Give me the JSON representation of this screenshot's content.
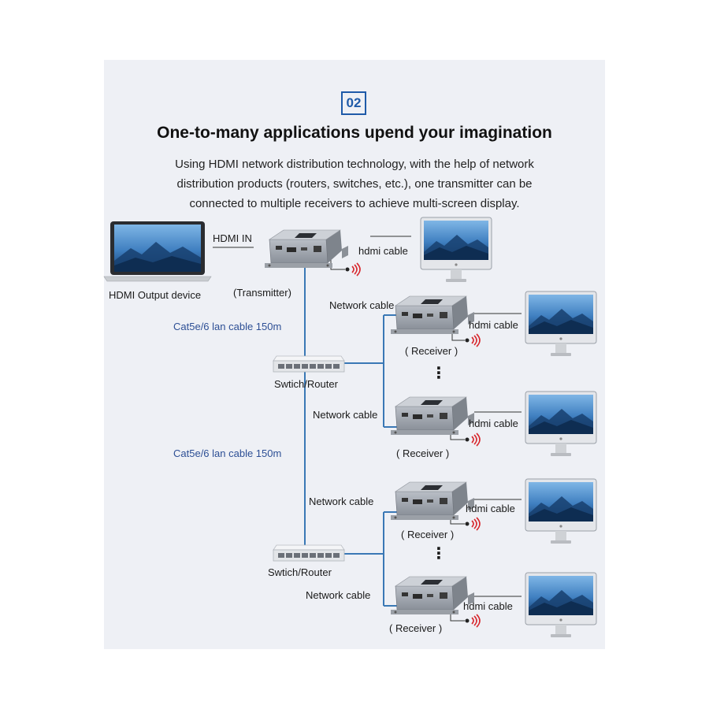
{
  "badge": "02",
  "title": "One-to-many applications upend your imagination",
  "description": [
    "Using HDMI network distribution technology, with the help of network",
    "distribution products (routers, switches, etc.), one transmitter can be",
    "connected to multiple receivers to achieve multi-screen display."
  ],
  "labels": {
    "hdmi_in": "HDMI IN",
    "hdmi_output_device": "HDMI Output device",
    "transmitter": "(Transmitter)",
    "lan_cable": "Cat5e/6 lan cable 150m",
    "switch_router": "Swtich/Router",
    "network_cable": "Network cable",
    "hdmi_cable": "hdmi cable",
    "receiver": "( Receiver )",
    "ellipsis": "⋮"
  },
  "colors": {
    "panel_bg": "#eef0f5",
    "accent_blue": "#1e5aa8",
    "cable_blue": "#3a78b5",
    "signal_red": "#d8262c"
  },
  "icons": [
    "laptop-icon",
    "transmitter-device-icon",
    "receiver-device-icon",
    "monitor-icon",
    "switch-icon",
    "ir-signal-icon"
  ]
}
